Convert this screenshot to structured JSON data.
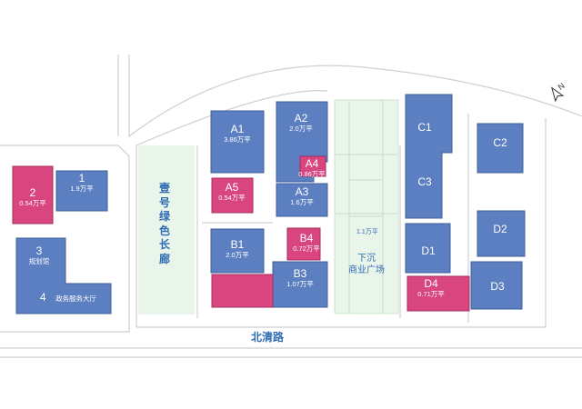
{
  "map": {
    "north_label": "N",
    "road_name": "北清路",
    "green_corridor": "壹号绿色长廊",
    "plaza": {
      "name": "下沉商业广场",
      "line1": "下沉",
      "line2": "商业广场",
      "area": "1.1万平"
    },
    "colors": {
      "office_building": "#5b7fc0",
      "commercial_building": "#d9457f",
      "green_space": "#e9f4ea",
      "road_line": "#c8c8c8",
      "text": "#2f6cb3"
    }
  },
  "buildings": [
    {
      "code": "1",
      "area": "1.9万平",
      "type": "office"
    },
    {
      "code": "2",
      "area": "0.54万平",
      "type": "commercial"
    },
    {
      "code": "3",
      "area": "规划馆",
      "type": "office"
    },
    {
      "code": "4",
      "area": "政务服务大厅",
      "type": "office"
    },
    {
      "code": "A1",
      "area": "3.86万平",
      "type": "office"
    },
    {
      "code": "A2",
      "area": "2.0万平",
      "type": "office"
    },
    {
      "code": "A3",
      "area": "1.6万平",
      "type": "office"
    },
    {
      "code": "A4",
      "area": "0.86万平",
      "type": "commercial"
    },
    {
      "code": "A5",
      "area": "0.54万平",
      "type": "commercial"
    },
    {
      "code": "B1",
      "area": "2.0万平",
      "type": "office"
    },
    {
      "code": "B3",
      "area": "1.07万平",
      "type": "office"
    },
    {
      "code": "B4",
      "area": "0.72万平",
      "type": "commercial"
    },
    {
      "code": "C1",
      "area": "",
      "type": "office"
    },
    {
      "code": "C2",
      "area": "",
      "type": "office"
    },
    {
      "code": "C3",
      "area": "",
      "type": "office"
    },
    {
      "code": "D1",
      "area": "",
      "type": "office"
    },
    {
      "code": "D2",
      "area": "",
      "type": "office"
    },
    {
      "code": "D3",
      "area": "",
      "type": "office"
    },
    {
      "code": "D4",
      "area": "0.71万平",
      "type": "commercial"
    }
  ]
}
